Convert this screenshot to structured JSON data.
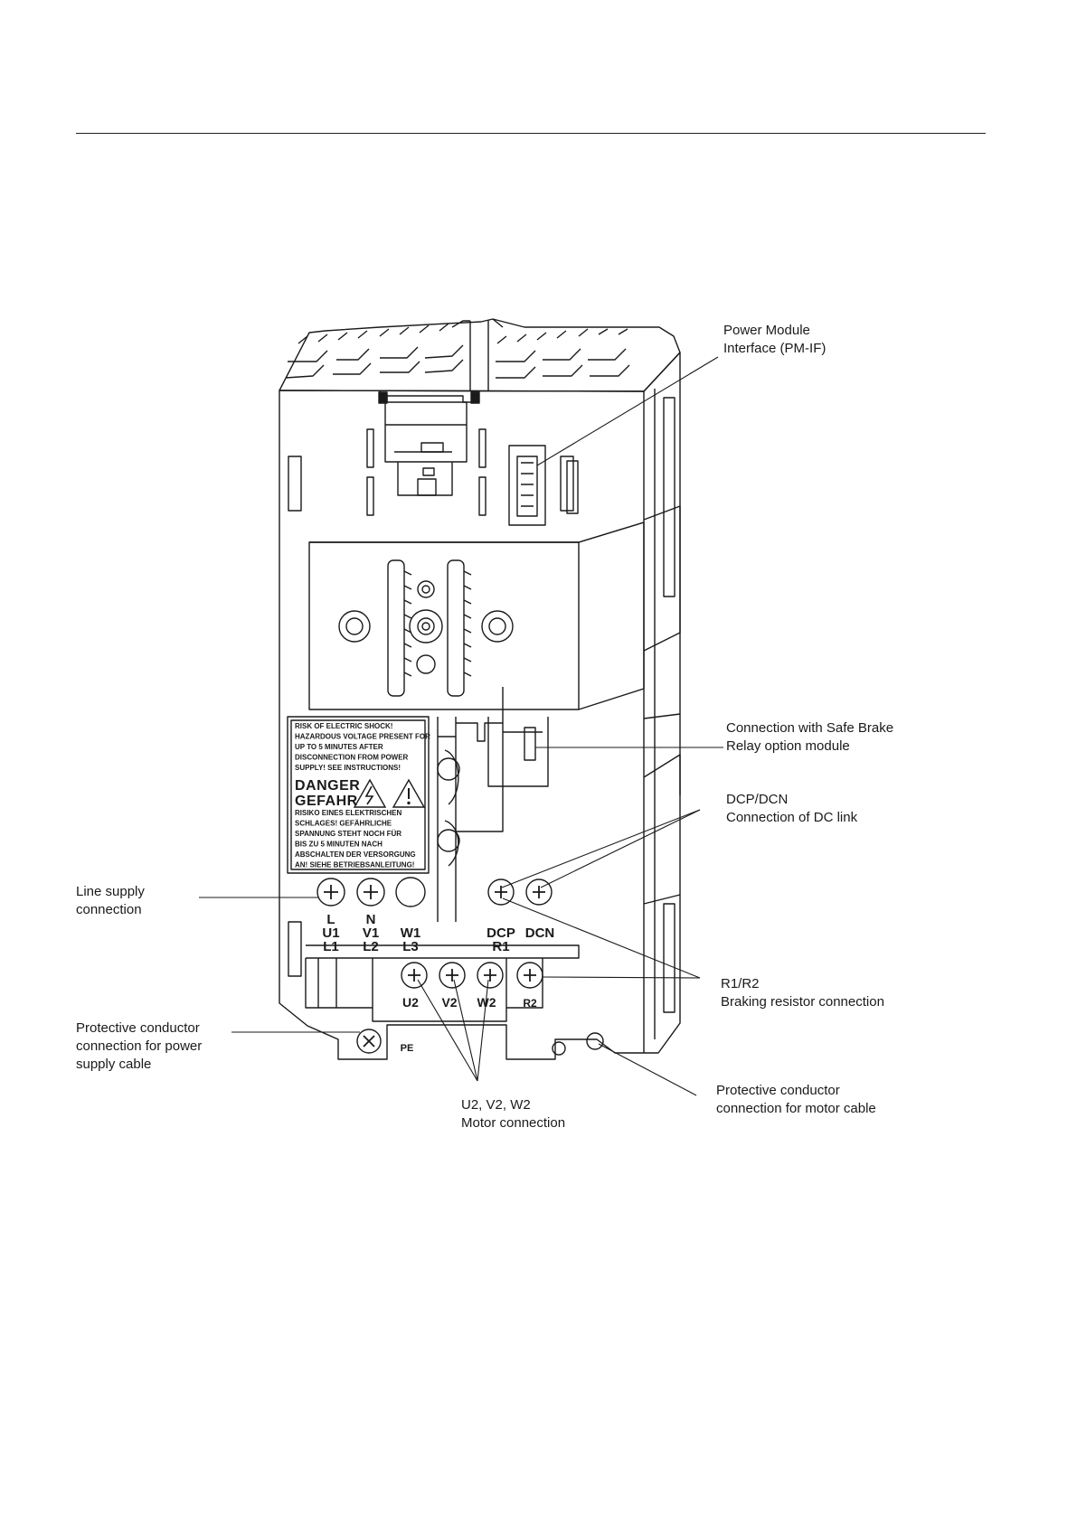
{
  "diagram": {
    "callouts": {
      "pm_if": [
        "Power Module",
        "Interface (PM-IF)"
      ],
      "safe_brake": [
        "Connection with Safe Brake",
        "Relay option module"
      ],
      "dc_link": [
        "DCP/DCN",
        "Connection of DC link"
      ],
      "line_supply": [
        "Line supply",
        "connection"
      ],
      "braking_resistor": [
        "R1/R2",
        "Braking resistor connection"
      ],
      "pe_power": [
        "Protective conductor",
        "connection for power",
        "supply cable"
      ],
      "pe_motor": [
        "Protective conductor",
        "connection for motor cable"
      ],
      "motor": [
        "U2, V2, W2",
        "Motor connection"
      ]
    },
    "warning_label": {
      "english": [
        "RISK OF ELECTRIC SHOCK!",
        "HAZARDOUS VOLTAGE PRESENT FOR",
        "UP TO 5 MINUTES AFTER",
        "DISCONNECTION FROM POWER",
        "SUPPLY! SEE INSTRUCTIONS!"
      ],
      "danger": "DANGER",
      "gefahr": "GEFAHR",
      "german": [
        "RISIKO EINES ELEKTRISCHEN",
        "SCHLAGES! GEFÄHRLICHE",
        "SPANNUNG STEHT NOCH FÜR",
        "BIS ZU 5 MINUTEN NACH",
        "ABSCHALTEN DER VERSORGUNG",
        "AN! SIEHE BETRIEBSANLEITUNG!"
      ]
    },
    "terminals_top": [
      {
        "id": "l",
        "labels": [
          "L",
          "U1",
          "L1"
        ]
      },
      {
        "id": "n",
        "labels": [
          "N",
          "V1",
          "L2"
        ]
      },
      {
        "id": "w1",
        "labels": [
          "W1",
          "L3"
        ]
      },
      {
        "id": "dcp",
        "labels": [
          "DCP",
          "R1"
        ]
      },
      {
        "id": "dcn",
        "labels": [
          "DCN"
        ]
      }
    ],
    "terminals_bottom": [
      {
        "id": "u2",
        "label": "U2"
      },
      {
        "id": "v2",
        "label": "V2"
      },
      {
        "id": "w2",
        "label": "W2"
      },
      {
        "id": "r2",
        "label": "R2"
      }
    ],
    "pe_label": "PE"
  }
}
